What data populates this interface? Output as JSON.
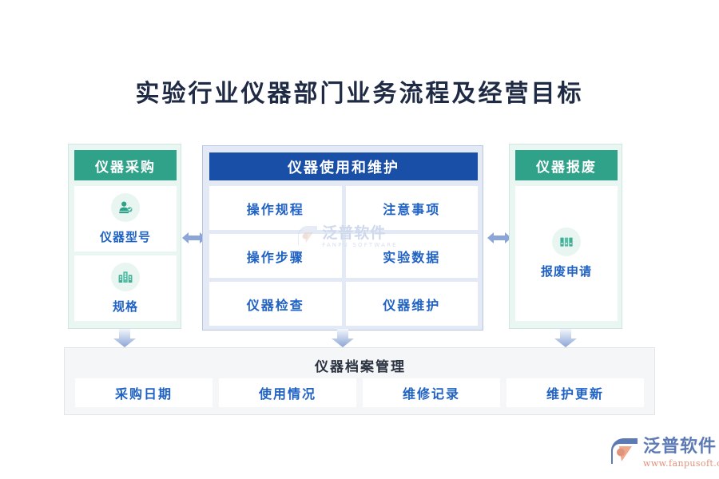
{
  "page": {
    "title": "实验行业仪器部门业务流程及经营目标",
    "background_color": "#ffffff"
  },
  "colors": {
    "green_header": "#2fa289",
    "green_panel_bg": "#eaf6f2",
    "blue_header": "#1a4fa8",
    "blue_panel_bg": "#e4eaf5",
    "cell_text": "#1f62c4",
    "bottom_panel_bg": "#f5f6f8",
    "arrow": "#8ba5d6",
    "title_text": "#1f2a44"
  },
  "left_column": {
    "header": "仪器采购",
    "items": [
      {
        "label": "仪器型号",
        "icon": "user-badge-icon"
      },
      {
        "label": "规格",
        "icon": "buildings-icon"
      }
    ]
  },
  "center_column": {
    "header": "仪器使用和维护",
    "items": [
      {
        "label": "操作规程"
      },
      {
        "label": "注意事项"
      },
      {
        "label": "操作步骤"
      },
      {
        "label": "实验数据"
      },
      {
        "label": "仪器检查"
      },
      {
        "label": "仪器维护"
      }
    ]
  },
  "right_column": {
    "header": "仪器报废",
    "items": [
      {
        "label": "报废申请",
        "icon": "archive-icon"
      }
    ]
  },
  "bottom_panel": {
    "title": "仪器档案管理",
    "items": [
      {
        "label": "采购日期"
      },
      {
        "label": "使用情况"
      },
      {
        "label": "维修记录"
      },
      {
        "label": "维护更新"
      }
    ]
  },
  "arrows": {
    "left_to_center": "double-headed-horizontal-arrow",
    "center_to_right": "double-headed-horizontal-arrow",
    "down_left": "down-arrow",
    "down_center": "down-arrow",
    "down_right": "down-arrow"
  },
  "watermark": {
    "cn": "泛普软件",
    "en": "FANPU SOFTWARE"
  },
  "brand": {
    "cn": "泛普软件",
    "url": "www.fanpusoft.com"
  }
}
